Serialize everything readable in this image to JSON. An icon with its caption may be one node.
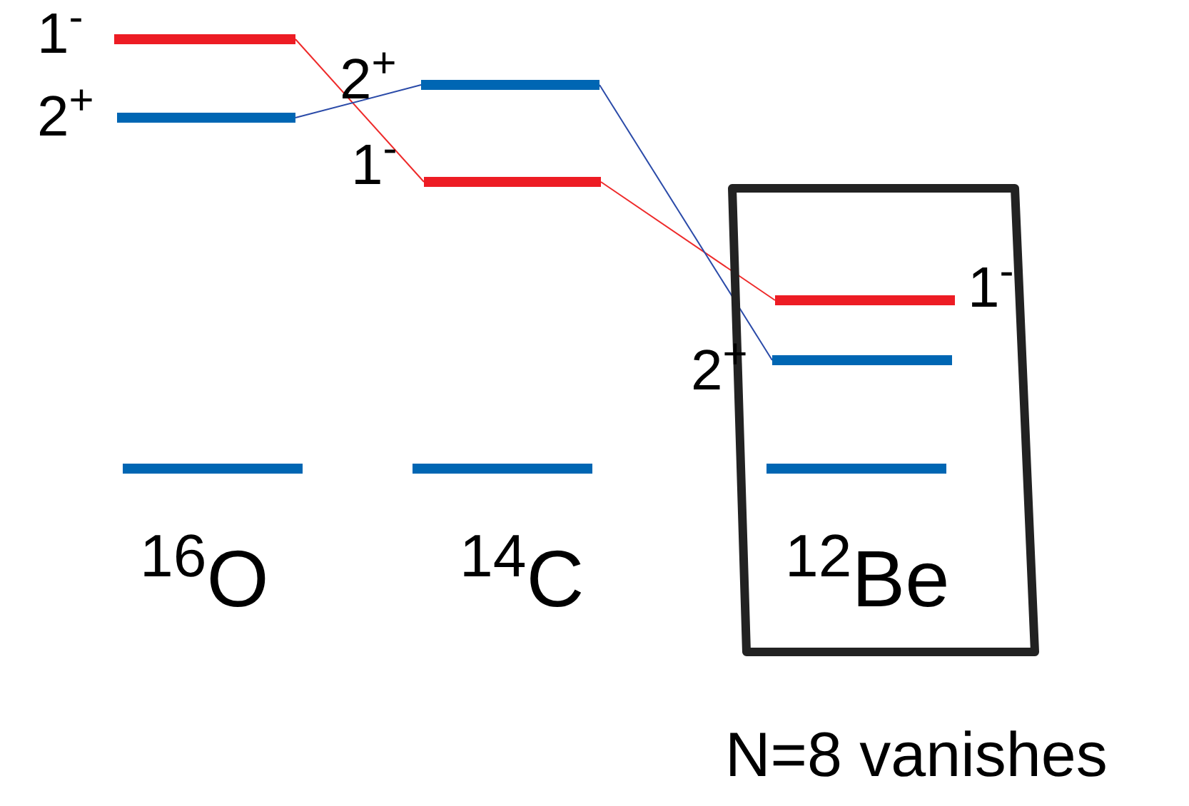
{
  "diagram": {
    "nodes": [
      {
        "text": [],
        "shape": "bar",
        "beside": [
          "1$^{-}$"
        ]
      },
      {
        "text": [],
        "shape": "bar",
        "beside": [
          "2$^{+}$"
        ]
      },
      {
        "text": [],
        "shape": "bar"
      },
      {
        "text": [],
        "shape": "bar",
        "beside": [
          "2$^{+}$"
        ]
      },
      {
        "text": [],
        "shape": "bar",
        "beside": [
          "1$^{-}$"
        ]
      },
      {
        "text": [],
        "shape": "bar"
      },
      {
        "text": [
          "$^{12}$Be"
        ]
      },
      {
        "text": [],
        "shape": "bar",
        "beside": [
          "1$^{-}$"
        ],
        "in": 6
      },
      {
        "text": [],
        "shape": "bar",
        "beside": [
          "2$^{+}$"
        ],
        "in": 6
      },
      {
        "text": [],
        "shape": "bar",
        "in": 6
      }
    ],
    "edges": [
      {
        "from": 0,
        "to": 4,
        "arrow": "none",
        "color": "#ee2a2a"
      },
      {
        "from": 1,
        "to": 3,
        "arrow": "none",
        "color": "#2a4aa8"
      },
      {
        "from": 4,
        "to": 7,
        "arrow": "none",
        "color": "#ee2a2a"
      },
      {
        "from": 3,
        "to": 8,
        "arrow": "none",
        "color": "#2a4aa8"
      }
    ],
    "labels": [
      "$^{16}$O",
      "$^{14}$C",
      "N=8 vanishes"
    ]
  }
}
